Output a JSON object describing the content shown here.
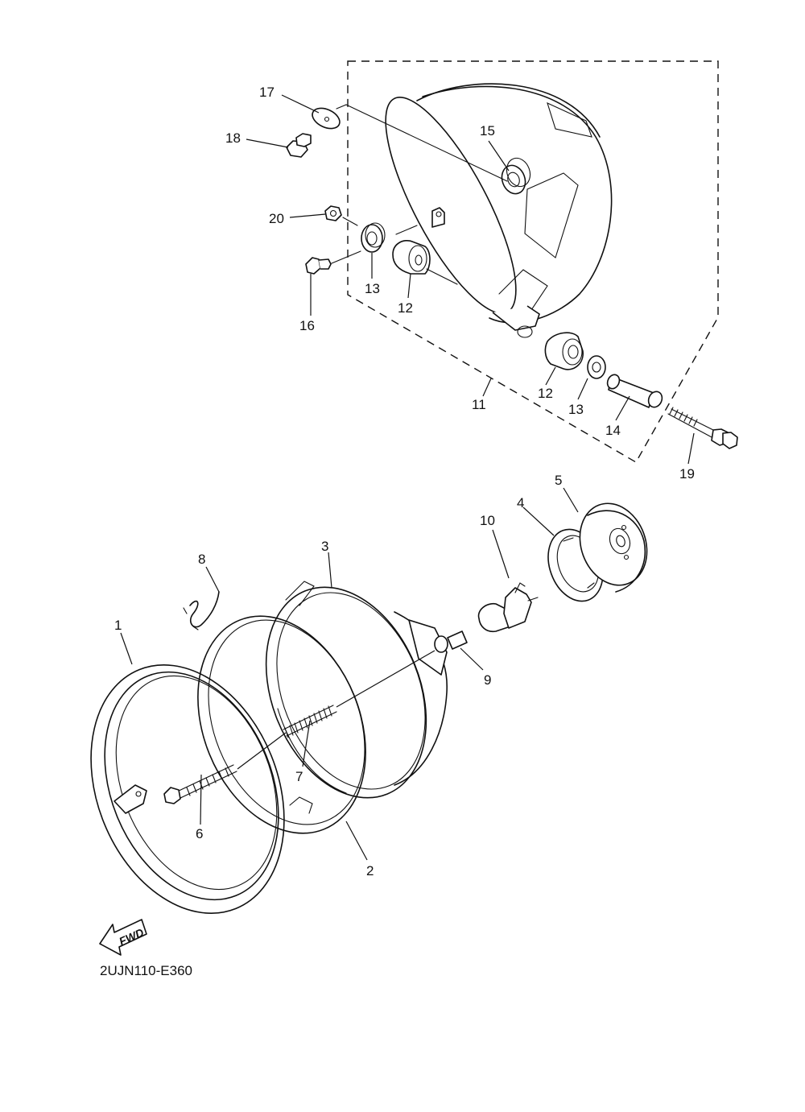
{
  "diagram_code": "2UJN110-E360",
  "fwd_label": "FWD",
  "callouts": {
    "c1": "1",
    "c2": "2",
    "c3": "3",
    "c4": "4",
    "c5": "5",
    "c6": "6",
    "c7": "7",
    "c8": "8",
    "c9": "9",
    "c10": "10",
    "c11": "11",
    "c12a": "12",
    "c12b": "12",
    "c13a": "13",
    "c13b": "13",
    "c14": "14",
    "c15": "15",
    "c16": "16",
    "c17": "17",
    "c18": "18",
    "c19": "19",
    "c20": "20"
  },
  "icons": {
    "direction": "fwd-arrow-icon"
  }
}
